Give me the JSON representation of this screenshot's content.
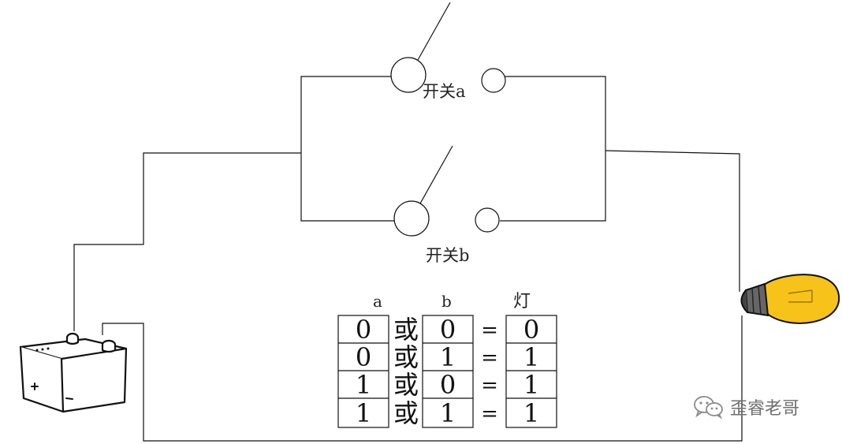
{
  "switches": {
    "a_label": "开关a",
    "b_label": "开关b"
  },
  "truth_table": {
    "headers": {
      "a": "a",
      "b": "b",
      "light": "灯"
    },
    "operator": "或",
    "equals": "=",
    "rows": [
      {
        "a": "0",
        "b": "0",
        "light": "0"
      },
      {
        "a": "0",
        "b": "1",
        "light": "1"
      },
      {
        "a": "1",
        "b": "0",
        "light": "1"
      },
      {
        "a": "1",
        "b": "1",
        "light": "1"
      }
    ]
  },
  "watermark": {
    "text": "歪睿老哥",
    "icon": "wechat-icon"
  },
  "colors": {
    "wire": "#111111",
    "bulb_glass": "#f7c21a",
    "bulb_base": "#555555"
  }
}
